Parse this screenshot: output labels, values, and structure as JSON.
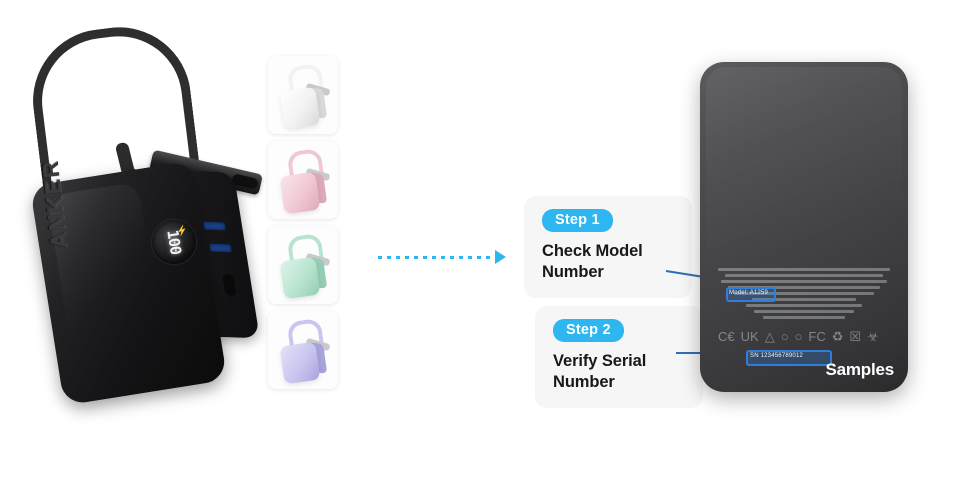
{
  "page": {
    "background": "#ffffff",
    "accent_color": "#2db6ef",
    "highlight_color": "#2f7fd8"
  },
  "hero_product": {
    "brand": "ANKER",
    "display_value": "100",
    "charging_indicator": "⚡",
    "label": "Anker power bank with built-in USB-C cable"
  },
  "variants": [
    {
      "name": "white",
      "base": "#f2f2f3",
      "highlight": "#ffffff",
      "shadow": "#d8d8da"
    },
    {
      "name": "pink",
      "base": "#f0c8d3",
      "highlight": "#fbe5ec",
      "shadow": "#dda9b8"
    },
    {
      "name": "mint",
      "base": "#b8e4cf",
      "highlight": "#dcf4e9",
      "shadow": "#95cdb4"
    },
    {
      "name": "purple",
      "base": "#c8c5ef",
      "highlight": "#e4e2fa",
      "shadow": "#a8a3dc"
    }
  ],
  "arrow": {
    "name": "dotted-right-arrow",
    "color": "#2db6ef"
  },
  "steps": [
    {
      "badge": "Step 1",
      "title": "Check Model\nNumber"
    },
    {
      "badge": "Step 2",
      "title": "Verify Serial\nNumber"
    }
  ],
  "device_back": {
    "samples_watermark": "Samples",
    "model_highlight": "Model: A1259",
    "serial_highlight": "SN 123456789012",
    "certification_marks": [
      "CE",
      "UKCA",
      "⚠",
      "△",
      "○",
      "FC",
      "♻",
      "☒",
      "☣"
    ],
    "fine_print_note": "regulatory specification text"
  }
}
